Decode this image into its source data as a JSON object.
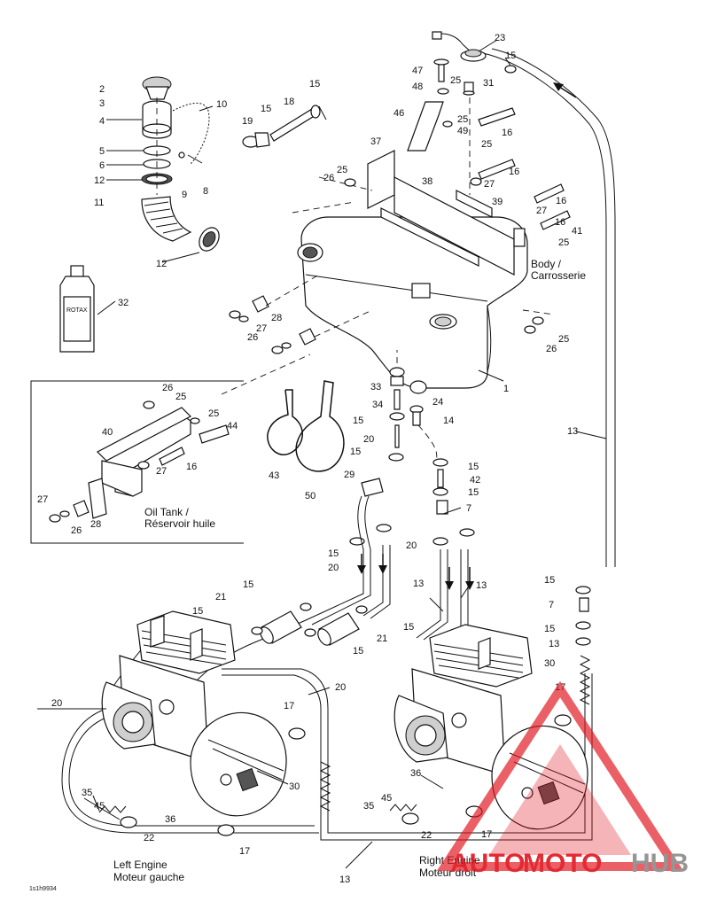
{
  "part_numbers": [
    "1",
    "2",
    "3",
    "4",
    "5",
    "6",
    "7",
    "8",
    "9",
    "10",
    "11",
    "12",
    "13",
    "14",
    "15",
    "16",
    "17",
    "18",
    "19",
    "20",
    "21",
    "22",
    "23",
    "24",
    "25",
    "26",
    "27",
    "28",
    "29",
    "30",
    "31",
    "32",
    "33",
    "34",
    "35",
    "36",
    "37",
    "38",
    "39",
    "40",
    "41",
    "42",
    "43",
    "44",
    "45",
    "46",
    "47",
    "48",
    "49",
    "50"
  ],
  "labels": {
    "body_en": "Body /",
    "body_fr": "Carrosserie",
    "oil_tank_en": "Oil Tank /",
    "oil_tank_fr": "Réservoir huile",
    "left_engine_en": "Left Engine",
    "left_engine_fr": "Moteur gauche",
    "right_engine_en": "Right Engine",
    "right_engine_fr": "Moteur droit",
    "drawing_id": "1s1h9934",
    "bottle_brand": "ROTAX"
  },
  "watermark": {
    "word_a": "AUTO",
    "word_b": "MOTO",
    "word_c": "HUB",
    "color_red": "#e0141e",
    "color_gray": "#8a8a8a"
  }
}
